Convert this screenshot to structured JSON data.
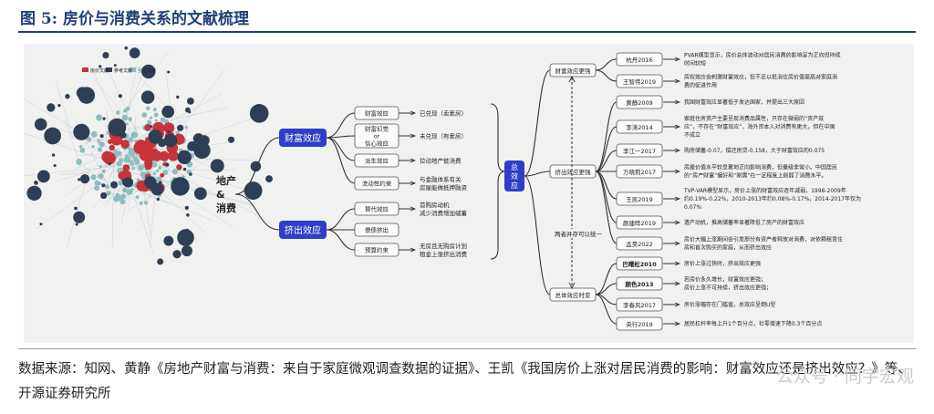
{
  "figure": {
    "title": "图 5:  房价与消费关系的文献梳理"
  },
  "legend": [
    "房价文献",
    "参考文献",
    "引证文献"
  ],
  "colors": {
    "red": "#c8323a",
    "navy": "#2e3e55",
    "teal": "#8fbcc0",
    "blue": "#2d3fc9",
    "title": "#1f3f7a"
  },
  "diagram": {
    "root": [
      "地产",
      "&",
      "消费"
    ],
    "wealth": "财富效应",
    "crowd": "挤出效应",
    "wealth_items": [
      {
        "label": [
          "财富效应"
        ],
        "desc": [
          "已兑现（卖套房）"
        ]
      },
      {
        "label": [
          "财富幻觉",
          "or",
          "信心效应"
        ],
        "desc": [
          "未兑现（有套房）"
        ]
      },
      {
        "label": [
          "派生效应"
        ],
        "desc": [
          "拉动地产链消费"
        ]
      },
      {
        "label": [
          "流动性约束"
        ],
        "desc": [
          "与金融体系有关",
          "房屋能做抵押融资"
        ]
      }
    ],
    "crowd_items": [
      {
        "label": [
          "替代效应"
        ],
        "desc": [
          "首购房动机",
          "减少消费增加储蓄"
        ]
      },
      {
        "label": [
          "偿债挤出"
        ],
        "desc": []
      },
      {
        "label": [
          "预算约束"
        ],
        "desc": [
          "无房且无购房计划",
          "租金上涨挤出消费"
        ]
      }
    ],
    "summary": [
      "总",
      "效",
      "应"
    ],
    "groups": [
      "财富效应更强",
      "挤出效应更强",
      "总体效应时变"
    ],
    "vertical_note": "两者并存可以统一",
    "authors": [
      {
        "name": "杭丹2016",
        "text": [
          "PVAR模型显示，房价总体波动对居民消费的影响呈为正向但持续",
          "时间较短"
        ]
      },
      {
        "name": "王智伟2019",
        "text": [
          "房权效应会刺激财富效应，但不足以抵消住房价值提高对家庭消",
          "费的促进作用"
        ]
      },
      {
        "name": "黄静2009",
        "text": [
          "我国财富效应显著低于发达国家，并提出三大原因"
        ]
      },
      {
        "name": "李涛2014",
        "text": [
          "家庭住房资产主要呈现消费品属性，只存在微弱的“资产效",
          "应”，不存在“财富效应”，海外资本入对消费有更大，但在中国",
          "不成立"
        ]
      },
      {
        "name": "李江一2017",
        "text": [
          "购房储蓄-0.07，偿还房贷-0.158，大于财富效应的0.075"
        ]
      },
      {
        "name": "万晓莉2017",
        "text": [
          "房屋价值水平较显著地正向影响消费，但量级非常小。中国居民",
          "的“房产财富”偏好和“刚需”在一定程度上削弱了消费水平。"
        ]
      },
      {
        "name": "王凯2019",
        "text": [
          "TVP-VAR模型显示，房价上涨的财富效应逐年减弱，1998-2009年",
          "约0.19%-0.22%，2010-2013年约0.08%-0.17%，2014-2017年仅为",
          "0.07%"
        ]
      },
      {
        "name": "颜建晔2019",
        "text": [
          "遗产动机，推高储蓄率显著降低了房产的财富效应"
        ]
      },
      {
        "name": "孟昊2022",
        "text": [
          "房价大幅上涨期间会引发部分有资产者释放对消费，对依赖租赁住",
          "房和首次购买的家庭，从而挤出效应"
        ]
      },
      {
        "name": "巴曙松2010",
        "text": [
          "房价上涨过快时，挤出效应更强"
        ]
      },
      {
        "name": "颜色2013",
        "text": [
          "若房价永久增长，财富效应更强；",
          "房价上涨不可持续，挤出效应更强；"
        ]
      },
      {
        "name": "李春风2017",
        "text": [
          "房价涨幅存在门槛值，总效应呈倒U型"
        ]
      },
      {
        "name": "央行2019",
        "text": [
          "居民杠杆率每上升1个百分点，社零增速下降0.3个百分点"
        ]
      }
    ]
  },
  "source": "数据来源：知网、黄静《房地产财富与消费：来自于家庭微观调查数据的证据》、王凯《我国房价上涨对居民消费的影响：财富效应还是挤出效应？》等、开源证券研究所",
  "watermark": "公众号 · 同宇宏观"
}
